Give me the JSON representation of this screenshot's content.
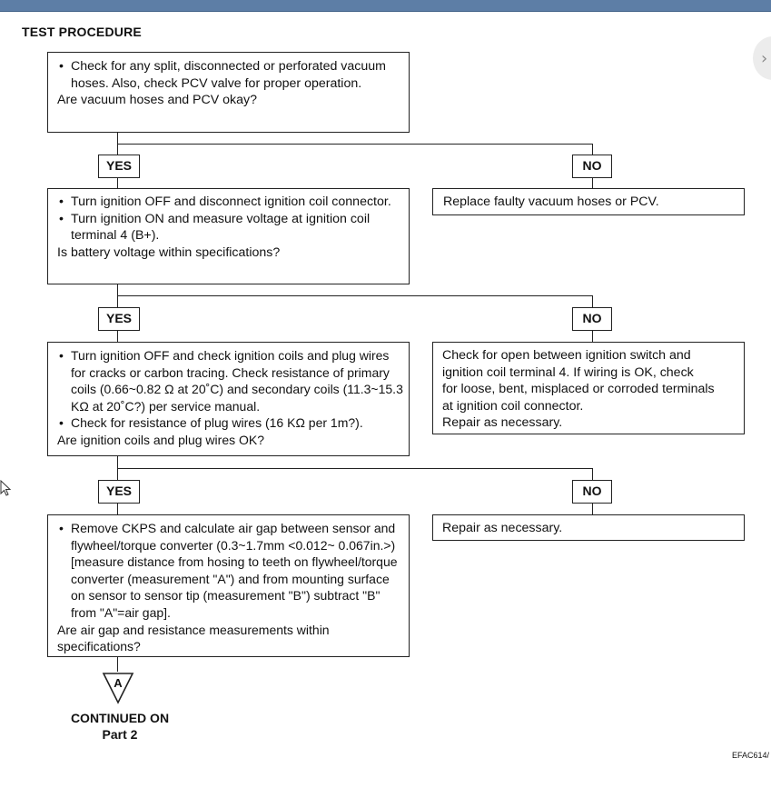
{
  "header": {
    "title": "TEST PROCEDURE"
  },
  "steps": [
    {
      "bullets": [
        "Check for any split, disconnected or perforated vacuum hoses. Also, check PCV valve for proper operation."
      ],
      "question": "Are vacuum hoses and PCV okay?",
      "yes_label": "YES",
      "no_label": "NO",
      "no_action": [
        "Replace faulty vacuum hoses or PCV."
      ]
    },
    {
      "bullets": [
        "Turn ignition OFF and disconnect ignition coil connector.",
        "Turn ignition ON and measure voltage at ignition coil terminal 4 (B+)."
      ],
      "question": "Is battery voltage within specifications?",
      "yes_label": "YES",
      "no_label": "NO",
      "no_action": [
        "Check for open between ignition switch and",
        "ignition coil terminal 4. If wiring is OK, check",
        "for loose, bent, misplaced or corroded terminals",
        "at ignition coil connector.",
        "Repair as necessary."
      ]
    },
    {
      "bullets": [
        "Turn ignition OFF and check ignition coils and plug wires for cracks or carbon tracing. Check resistance of primary coils (0.66~0.82 Ω at 20˚C) and secondary coils (11.3~15.3 KΩ at 20˚C?) per service manual.",
        "Check for resistance of plug wires (16 KΩ per 1m?)."
      ],
      "question": "Are ignition coils and plug wires OK?",
      "yes_label": "YES",
      "no_label": "NO",
      "no_action": [
        "Repair as necessary."
      ]
    },
    {
      "bullets": [
        "Remove CKPS and calculate air gap between sensor and flywheel/torque converter (0.3~1.7mm <0.012~ 0.067in.>) [measure distance from hosing to teeth on flywheel/torque converter (measurement \"A\") and from mounting surface on sensor to sensor tip (measurement \"B\") subtract \"B\" from \"A\"=air gap]."
      ],
      "question": "Are air gap and resistance measurements within specifications?"
    }
  ],
  "connector": {
    "letter": "A",
    "continued_line1": "CONTINUED ON",
    "continued_line2": "Part 2"
  },
  "footer": {
    "code": "EFAC614/"
  }
}
